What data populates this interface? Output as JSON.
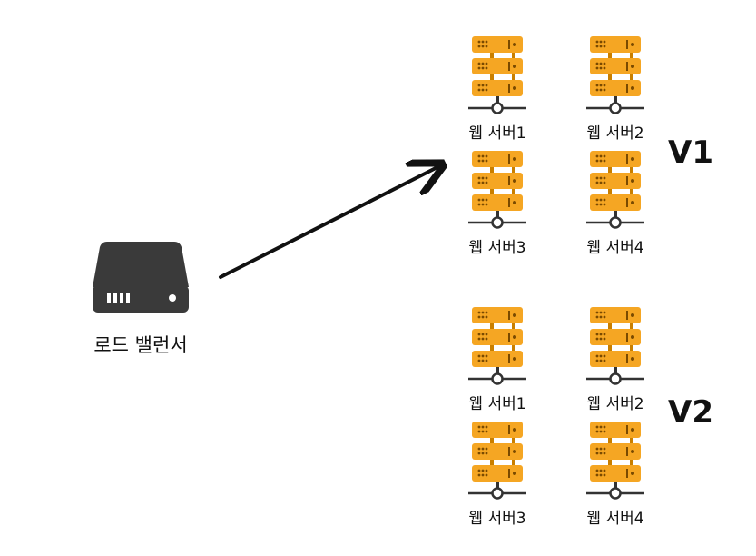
{
  "load_balancer": {
    "label": "로드 밸런서",
    "icon": "hard-drive-icon"
  },
  "colors": {
    "server": "#F5A623",
    "server_dark": "#C97F00",
    "drive": "#3A3A3A",
    "line": "#111111"
  },
  "groups": [
    {
      "version": "V1",
      "servers": [
        "웹 서버1",
        "웹 서버2",
        "웹 서버3",
        "웹 서버4"
      ]
    },
    {
      "version": "V2",
      "servers": [
        "웹 서버1",
        "웹 서버2",
        "웹 서버3",
        "웹 서버4"
      ]
    }
  ]
}
